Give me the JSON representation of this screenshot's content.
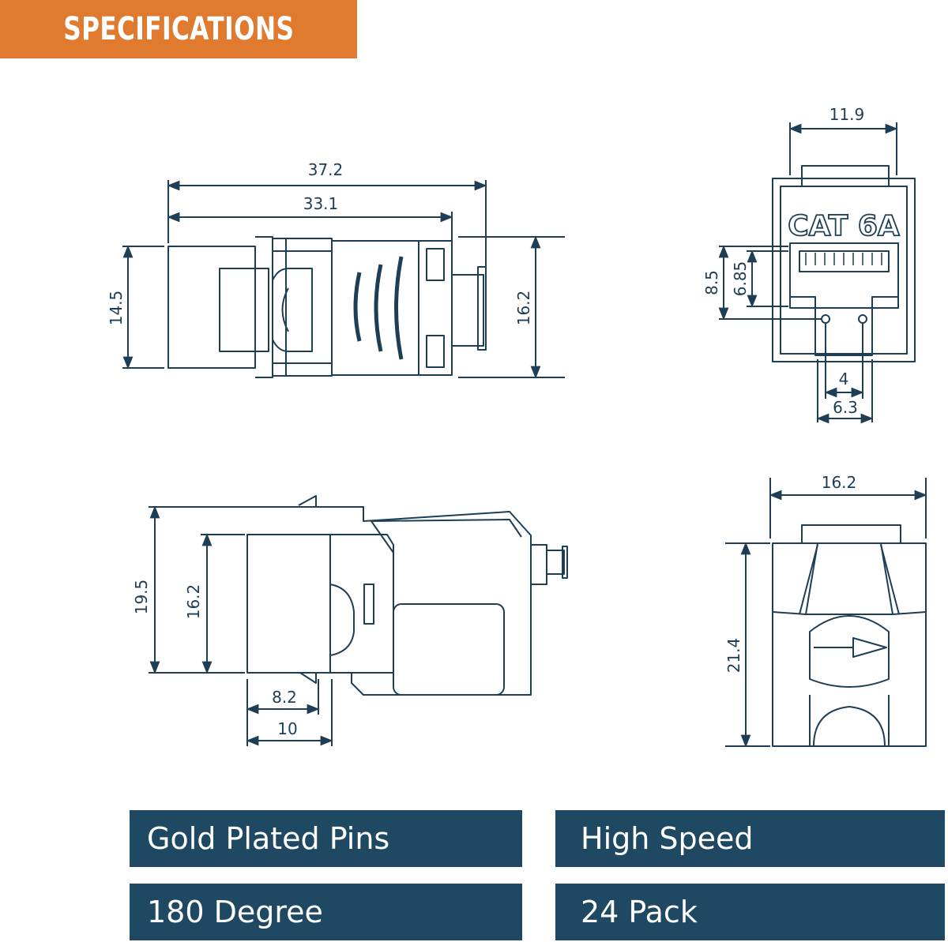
{
  "header": {
    "title": "SPECIFICATIONS"
  },
  "dimensions": {
    "top_left": {
      "overall_length": "37.2",
      "body_length": "33.1",
      "height_left": "14.5",
      "height_right": "16.2"
    },
    "top_right": {
      "width": "11.9",
      "brand": "CAT 6A",
      "h_outer": "8.5",
      "h_inner": "6.85",
      "gap_inner": "4",
      "gap_outer": "6.3"
    },
    "bottom_left": {
      "height_outer": "19.5",
      "height_inner": "16.2",
      "depth_inner": "8.2",
      "depth_outer": "10"
    },
    "bottom_right": {
      "width": "16.2",
      "height": "21.4"
    }
  },
  "features": [
    {
      "label": "Gold Plated Pins"
    },
    {
      "label": "High Speed"
    },
    {
      "label": "180 Degree"
    },
    {
      "label": "24 Pack"
    }
  ],
  "colors": {
    "banner": "#E07A2F",
    "feature_bg": "#1F4862",
    "line": "#1e3e55"
  }
}
